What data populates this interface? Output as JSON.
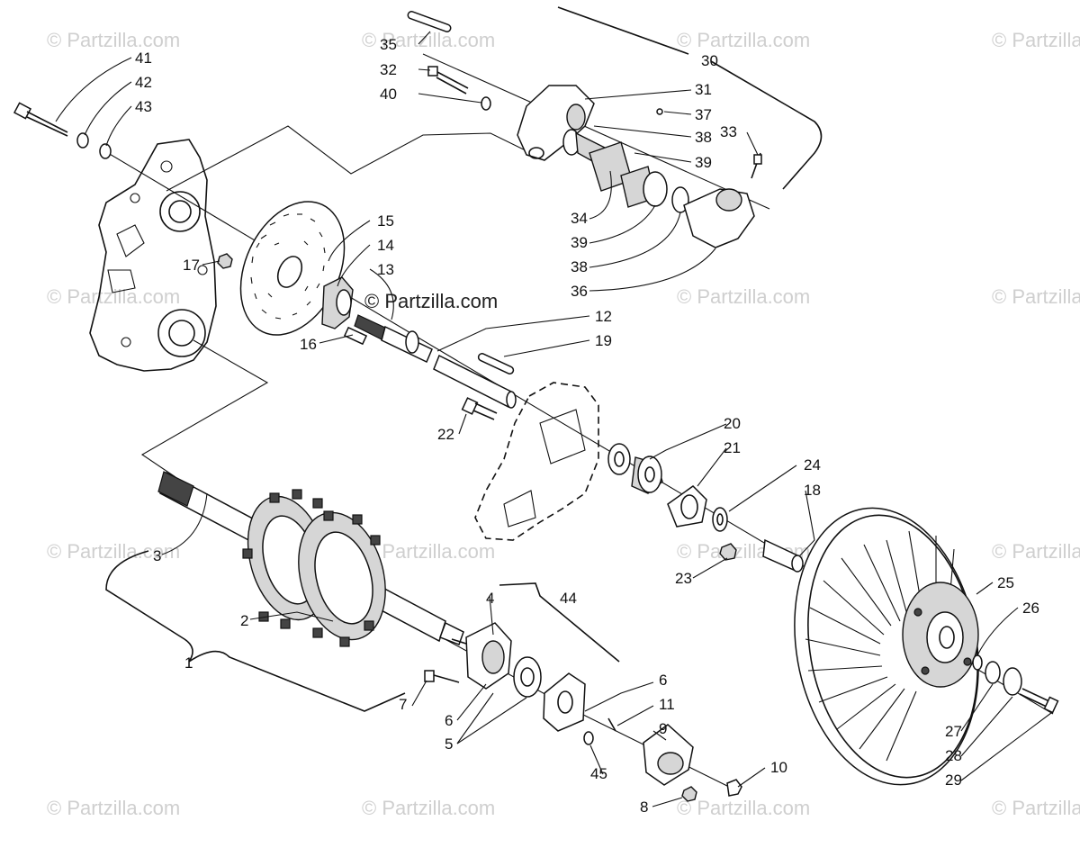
{
  "watermark": {
    "text": "© Partzilla.com",
    "center_text": "© Partzilla.com"
  },
  "callouts": {
    "c1": "1",
    "c2": "2",
    "c3": "3",
    "c4": "4",
    "c5": "5",
    "c6a": "6",
    "c6b": "6",
    "c7": "7",
    "c8": "8",
    "c9": "9",
    "c10": "10",
    "c11": "11",
    "c12": "12",
    "c13": "13",
    "c14": "14",
    "c15": "15",
    "c16": "16",
    "c17": "17",
    "c18": "18",
    "c19": "19",
    "c20": "20",
    "c21": "21",
    "c22": "22",
    "c23": "23",
    "c24": "24",
    "c25": "25",
    "c26": "26",
    "c27": "27",
    "c28": "28",
    "c29": "29",
    "c30": "30",
    "c31": "31",
    "c32": "32",
    "c33": "33",
    "c34": "34",
    "c35": "35",
    "c36": "36",
    "c37": "37",
    "c38a": "38",
    "c38b": "38",
    "c39a": "39",
    "c39b": "39",
    "c40": "40",
    "c41": "41",
    "c42": "42",
    "c43": "43",
    "c44": "44",
    "c45": "45"
  }
}
